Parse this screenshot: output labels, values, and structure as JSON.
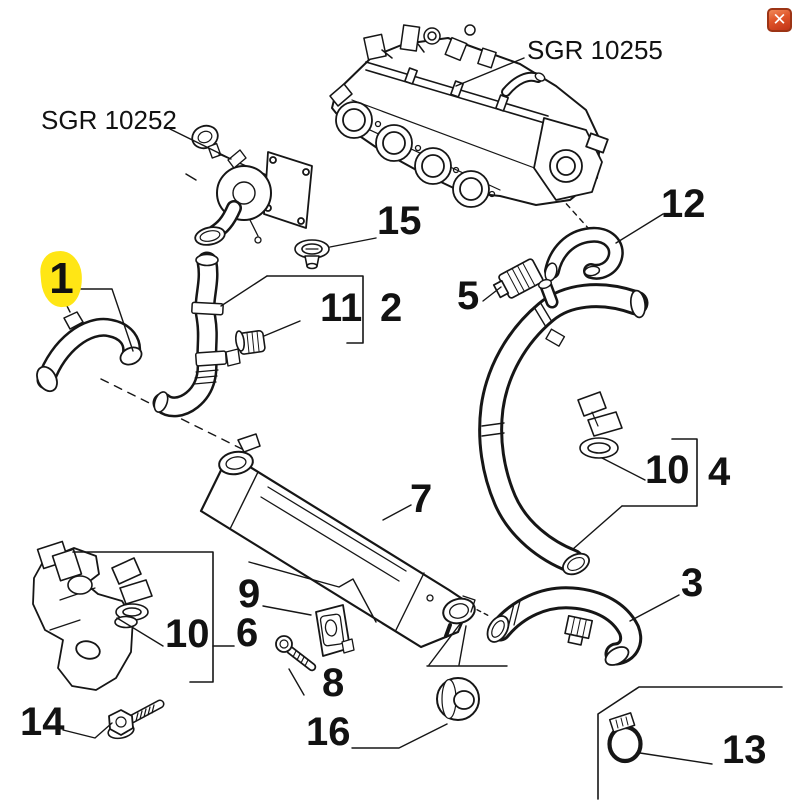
{
  "window": {
    "close_glyph": "✕"
  },
  "colors": {
    "highlight_yellow": "#ffe615",
    "close_button_red": "#c03317",
    "line_ink": "#161616",
    "background": "#ffffff"
  },
  "assembly_labels": {
    "left": "SGR 10252",
    "right": "SGR 10255"
  },
  "callouts": {
    "c1": "1",
    "c2": "2",
    "c3": "3",
    "c4": "4",
    "c5": "5",
    "c6": "6",
    "c7": "7",
    "c8": "8",
    "c9": "9",
    "c10_left": "10",
    "c10_right": "10",
    "c11": "11",
    "c12": "12",
    "c13": "13",
    "c14": "14",
    "c15": "15",
    "c16": "16"
  }
}
